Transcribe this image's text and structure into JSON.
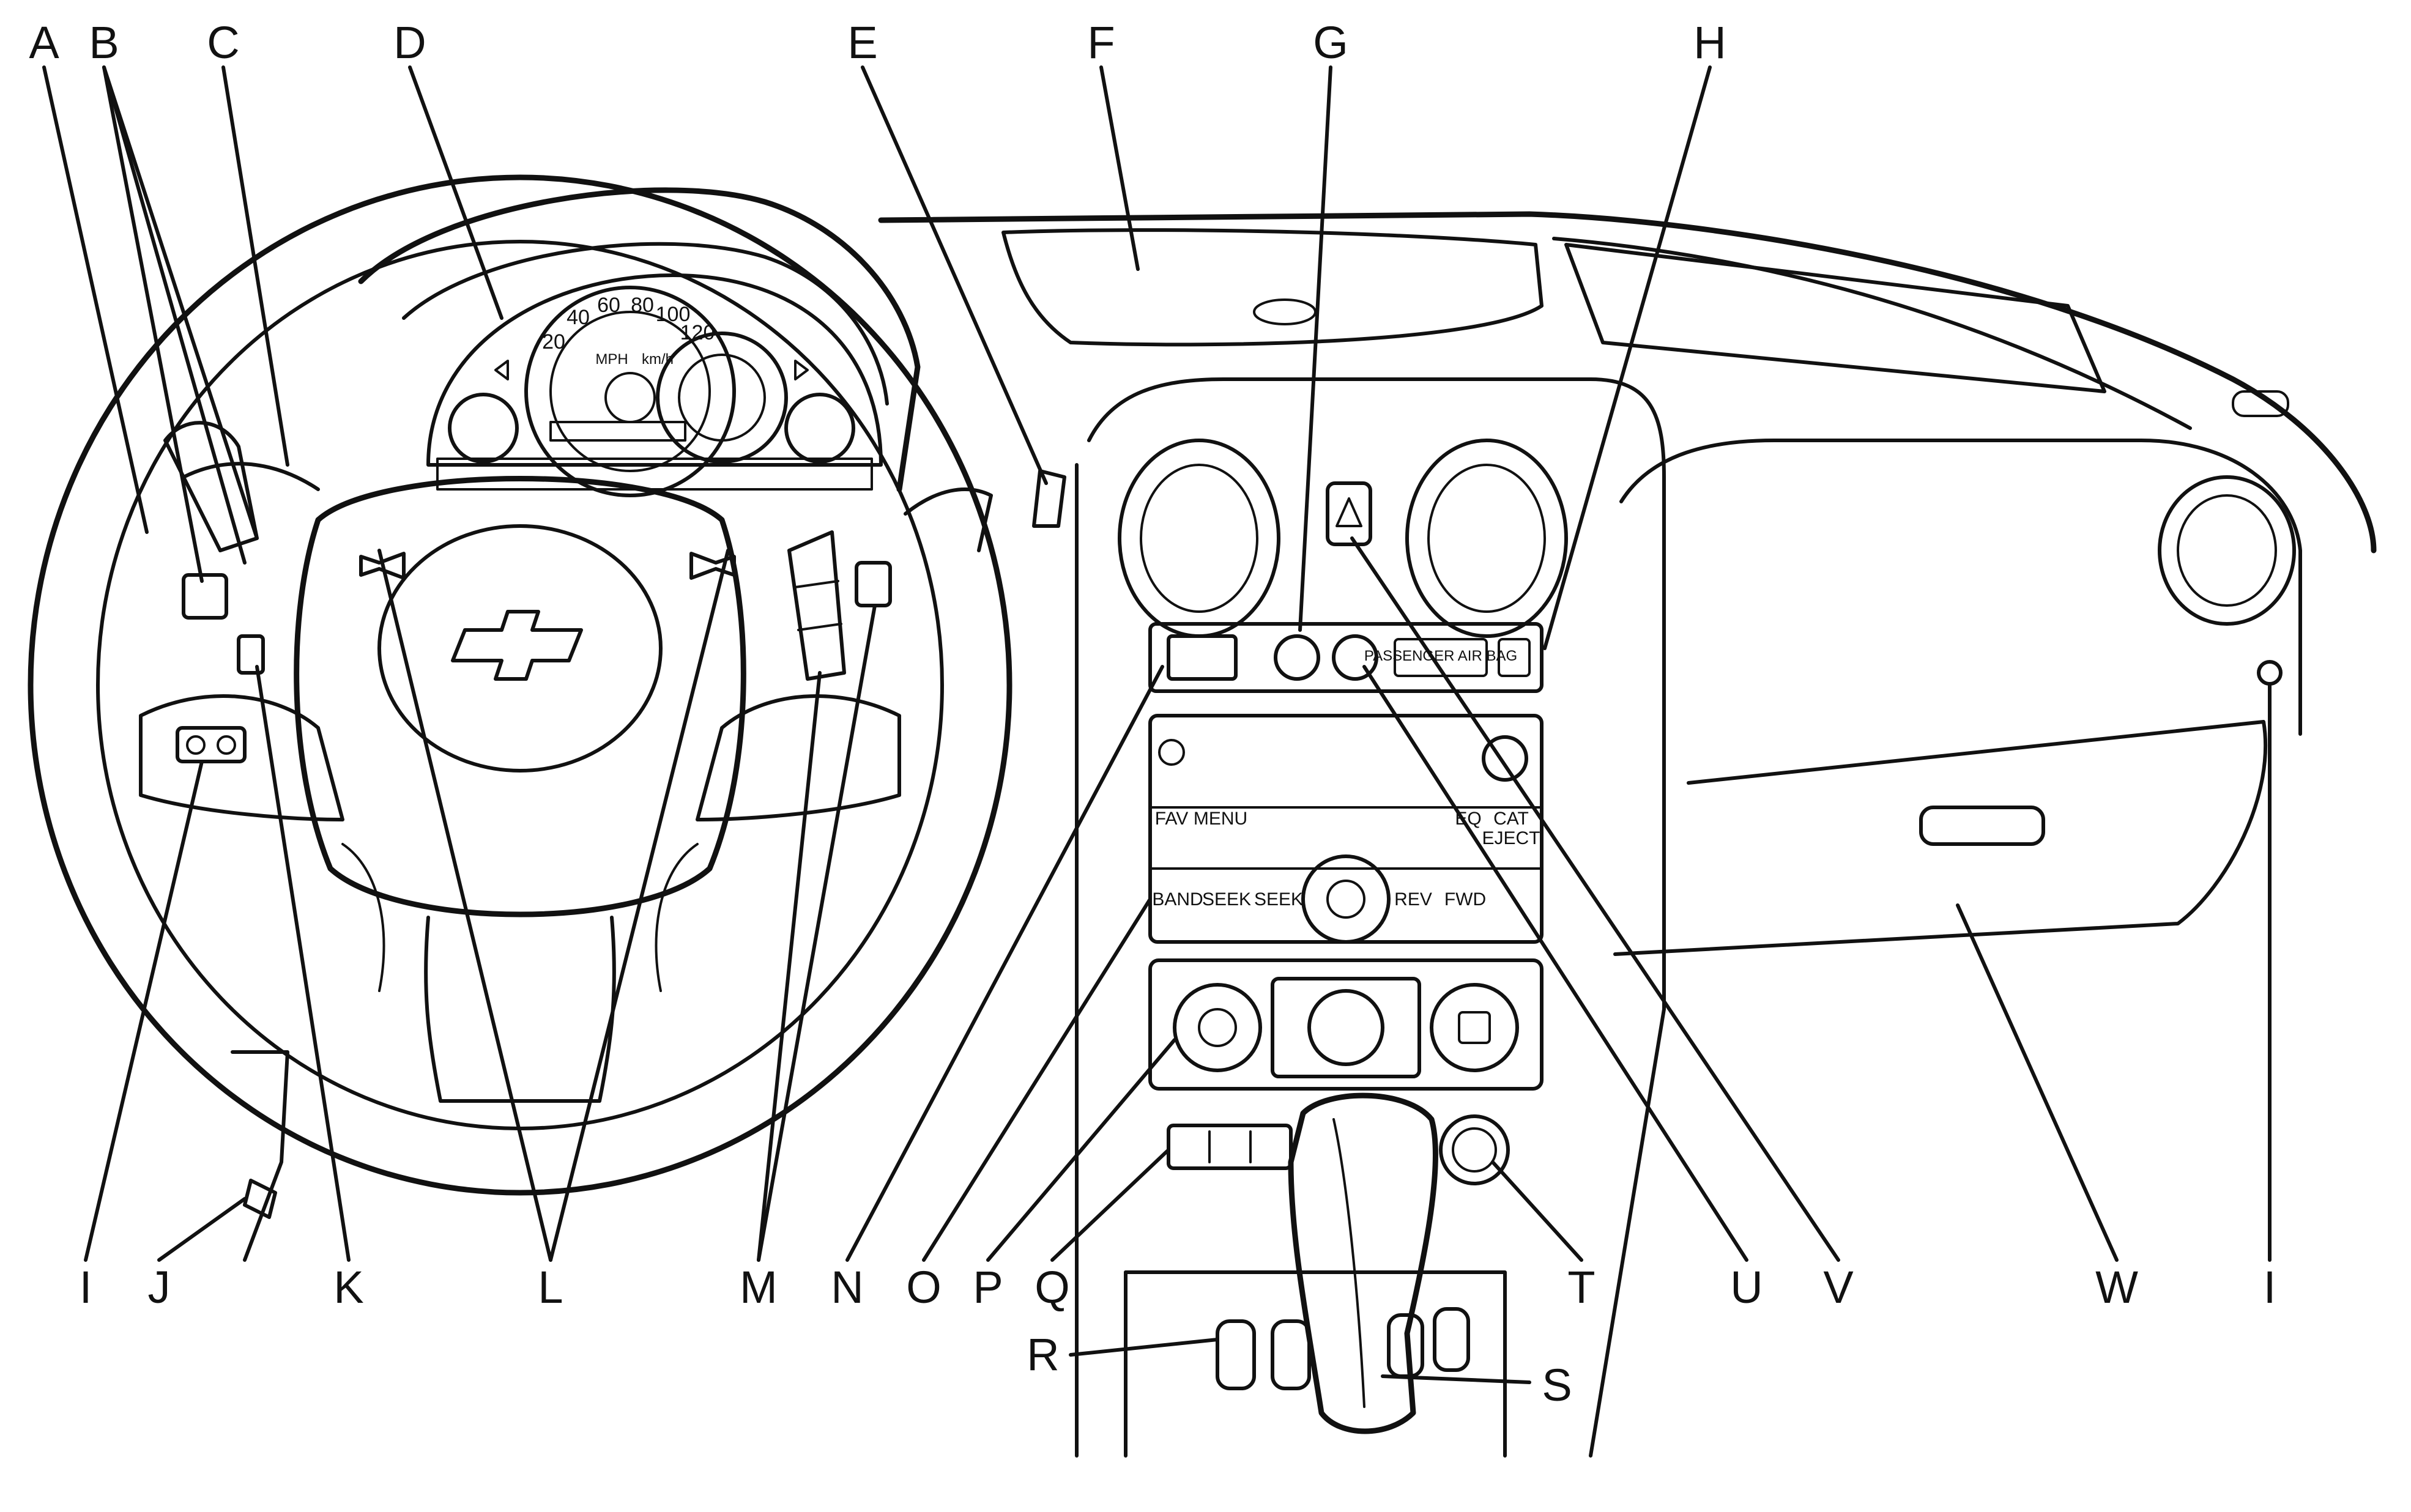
{
  "diagram": {
    "callouts": {
      "A": "A",
      "B": "B",
      "C": "C",
      "D": "D",
      "E": "E",
      "F": "F",
      "G": "G",
      "H": "H",
      "I": "I",
      "J": "J",
      "K": "K",
      "L": "L",
      "M": "M",
      "N": "N",
      "O": "O",
      "P": "P",
      "Q": "Q",
      "R": "R",
      "S": "S",
      "T": "T",
      "U": "U",
      "V": "V",
      "W": "W"
    },
    "cluster": {
      "speed_marks": [
        "20",
        "40",
        "60",
        "80",
        "100",
        "120"
      ],
      "mph": "MPH",
      "kmh": "km/h"
    },
    "radio": {
      "fav": "FAV",
      "menu": "MENU",
      "eq": "EQ",
      "cat": "CAT",
      "eject": "EJECT",
      "band": "BAND",
      "seek_back": "SEEK",
      "seek_fwd": "SEEK",
      "rev": "REV",
      "fwd": "FWD"
    },
    "airbag_indicator": "PASSENGER AIR BAG"
  }
}
